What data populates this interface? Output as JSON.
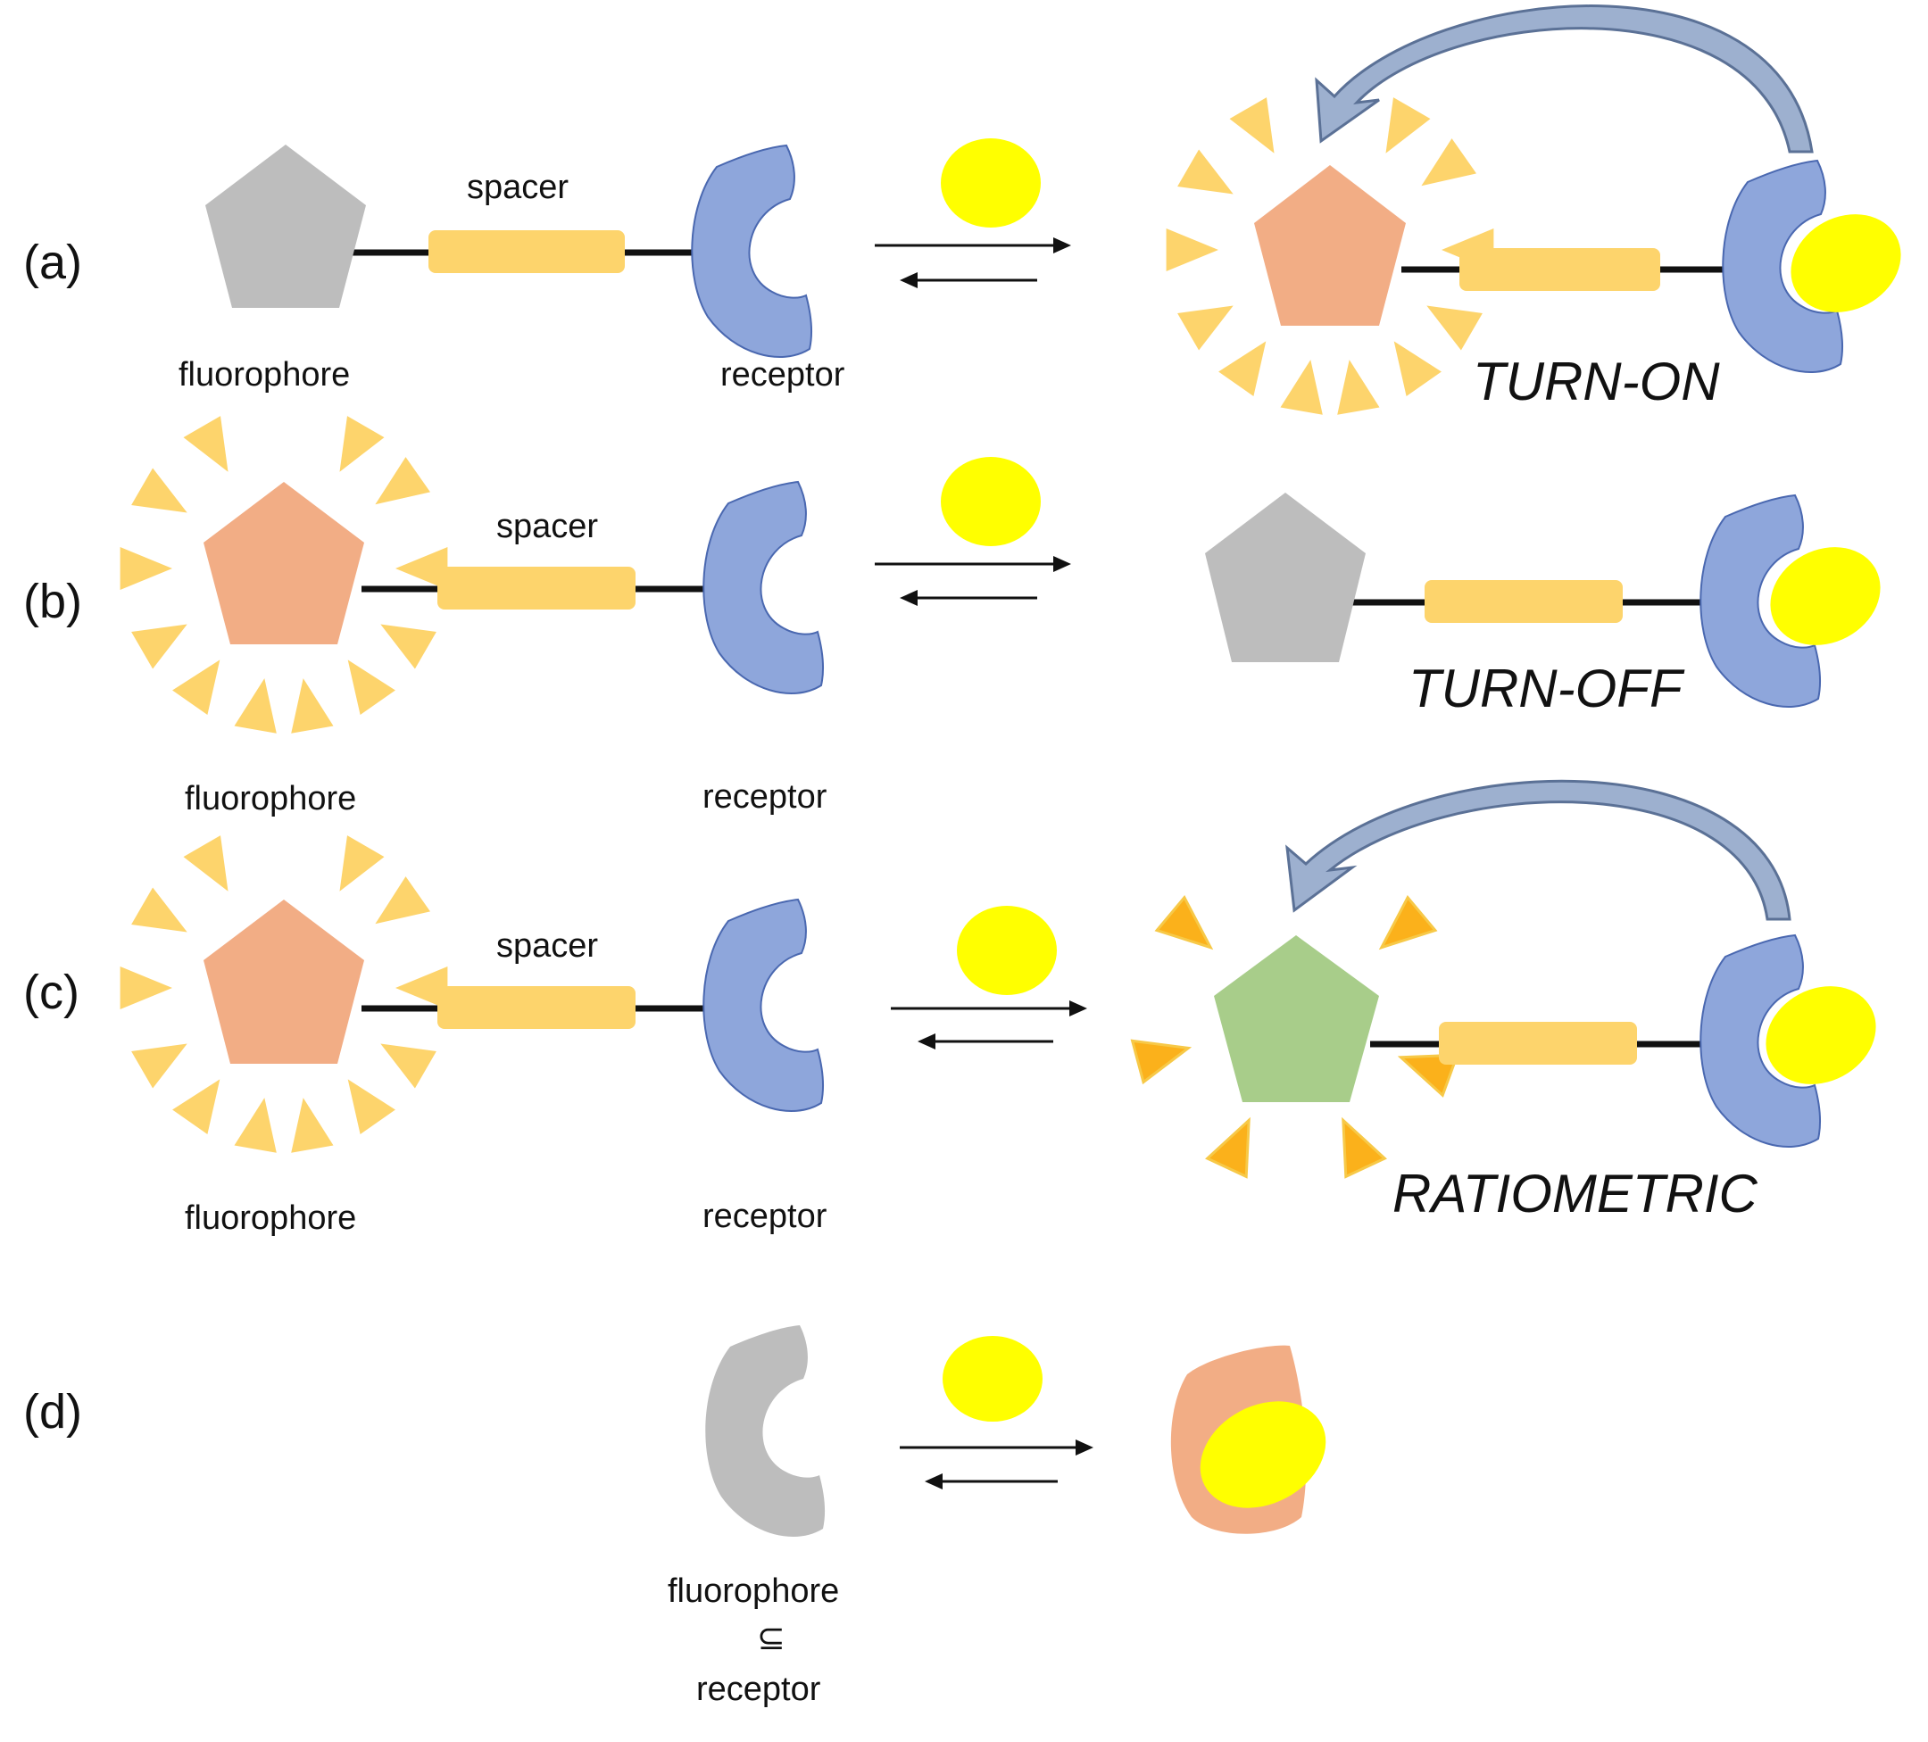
{
  "colors": {
    "off": "#bdbdbd",
    "on": "#f2ad85",
    "green": "#a8cd8a",
    "receptor": "#8ea6db",
    "receptor_stroke": "#4a68b0",
    "spacer": "#fdd46c",
    "analyte": "#ffff00",
    "ray_light": "#fdd46c",
    "ray_dark": "#fbb11b",
    "arrow_fill": "#9db0cf",
    "arrow_stroke": "#5b7196"
  },
  "panels": [
    {
      "id": "a",
      "label": "(a)",
      "fluorophore": "fluorophore",
      "spacer": "spacer",
      "receptor": "receptor",
      "mode": "TURN-ON"
    },
    {
      "id": "b",
      "label": "(b)",
      "fluorophore": "fluorophore",
      "spacer": "spacer",
      "receptor": "receptor",
      "mode": "TURN-OFF"
    },
    {
      "id": "c",
      "label": "(c)",
      "fluorophore": "fluorophore",
      "spacer": "spacer",
      "receptor": "receptor",
      "mode": "RATIOMETRIC"
    },
    {
      "id": "d",
      "label": "(d)",
      "fluorophore": "fluorophore",
      "subset": "⊆",
      "receptor": "receptor"
    }
  ]
}
